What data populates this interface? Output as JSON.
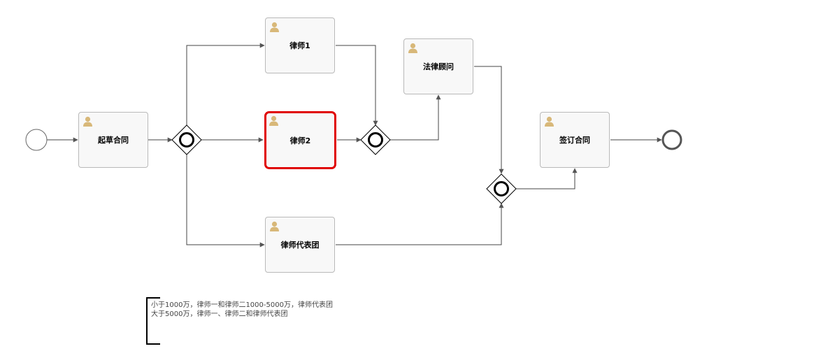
{
  "tasks": [
    {
      "id": "draft",
      "label": "起草合同"
    },
    {
      "id": "lawyer1",
      "label": "律师1"
    },
    {
      "id": "lawyer2",
      "label": "律师2"
    },
    {
      "id": "delegation",
      "label": "律师代表团"
    },
    {
      "id": "counsel",
      "label": "法律顾问"
    },
    {
      "id": "sign",
      "label": "签订合同"
    }
  ],
  "annotation": {
    "text": "小于1000万，律师一和律师二1000-5000万，律师代表团大于5000万，律师一、律师二和律师代表团"
  },
  "colors": {
    "selected_border": "#e00000",
    "task_fill": "#f8f8f8",
    "user_icon": "#d8b879",
    "flow_line": "#444444"
  }
}
